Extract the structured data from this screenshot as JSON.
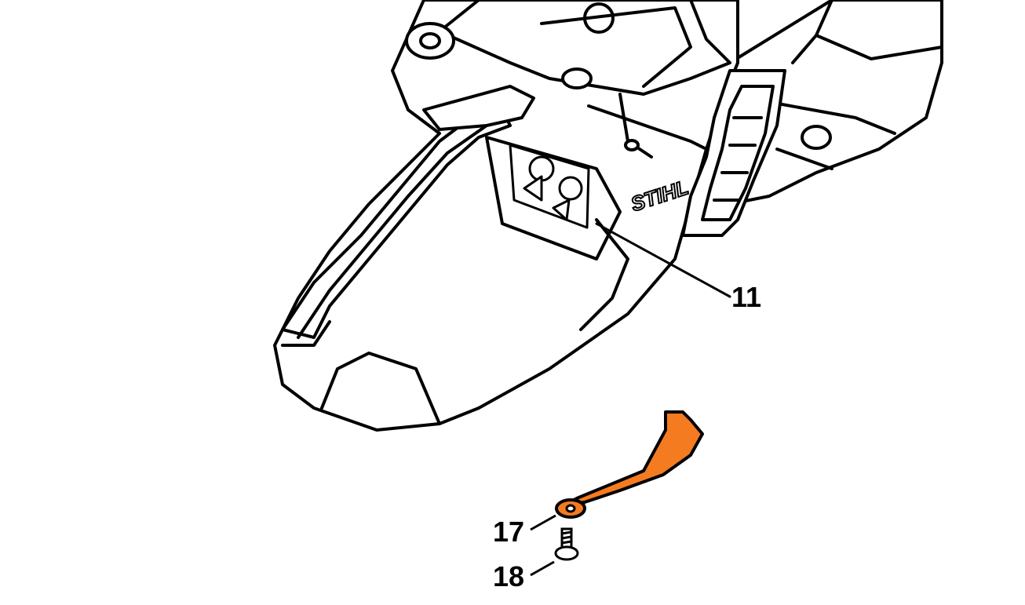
{
  "diagram": {
    "brand_mark": "STIHL",
    "callouts": {
      "housing": "11",
      "guard_plate": "17",
      "screw": "18"
    },
    "colors": {
      "line": "#000000",
      "fill": "#ffffff",
      "highlight": "#f47b20"
    }
  }
}
